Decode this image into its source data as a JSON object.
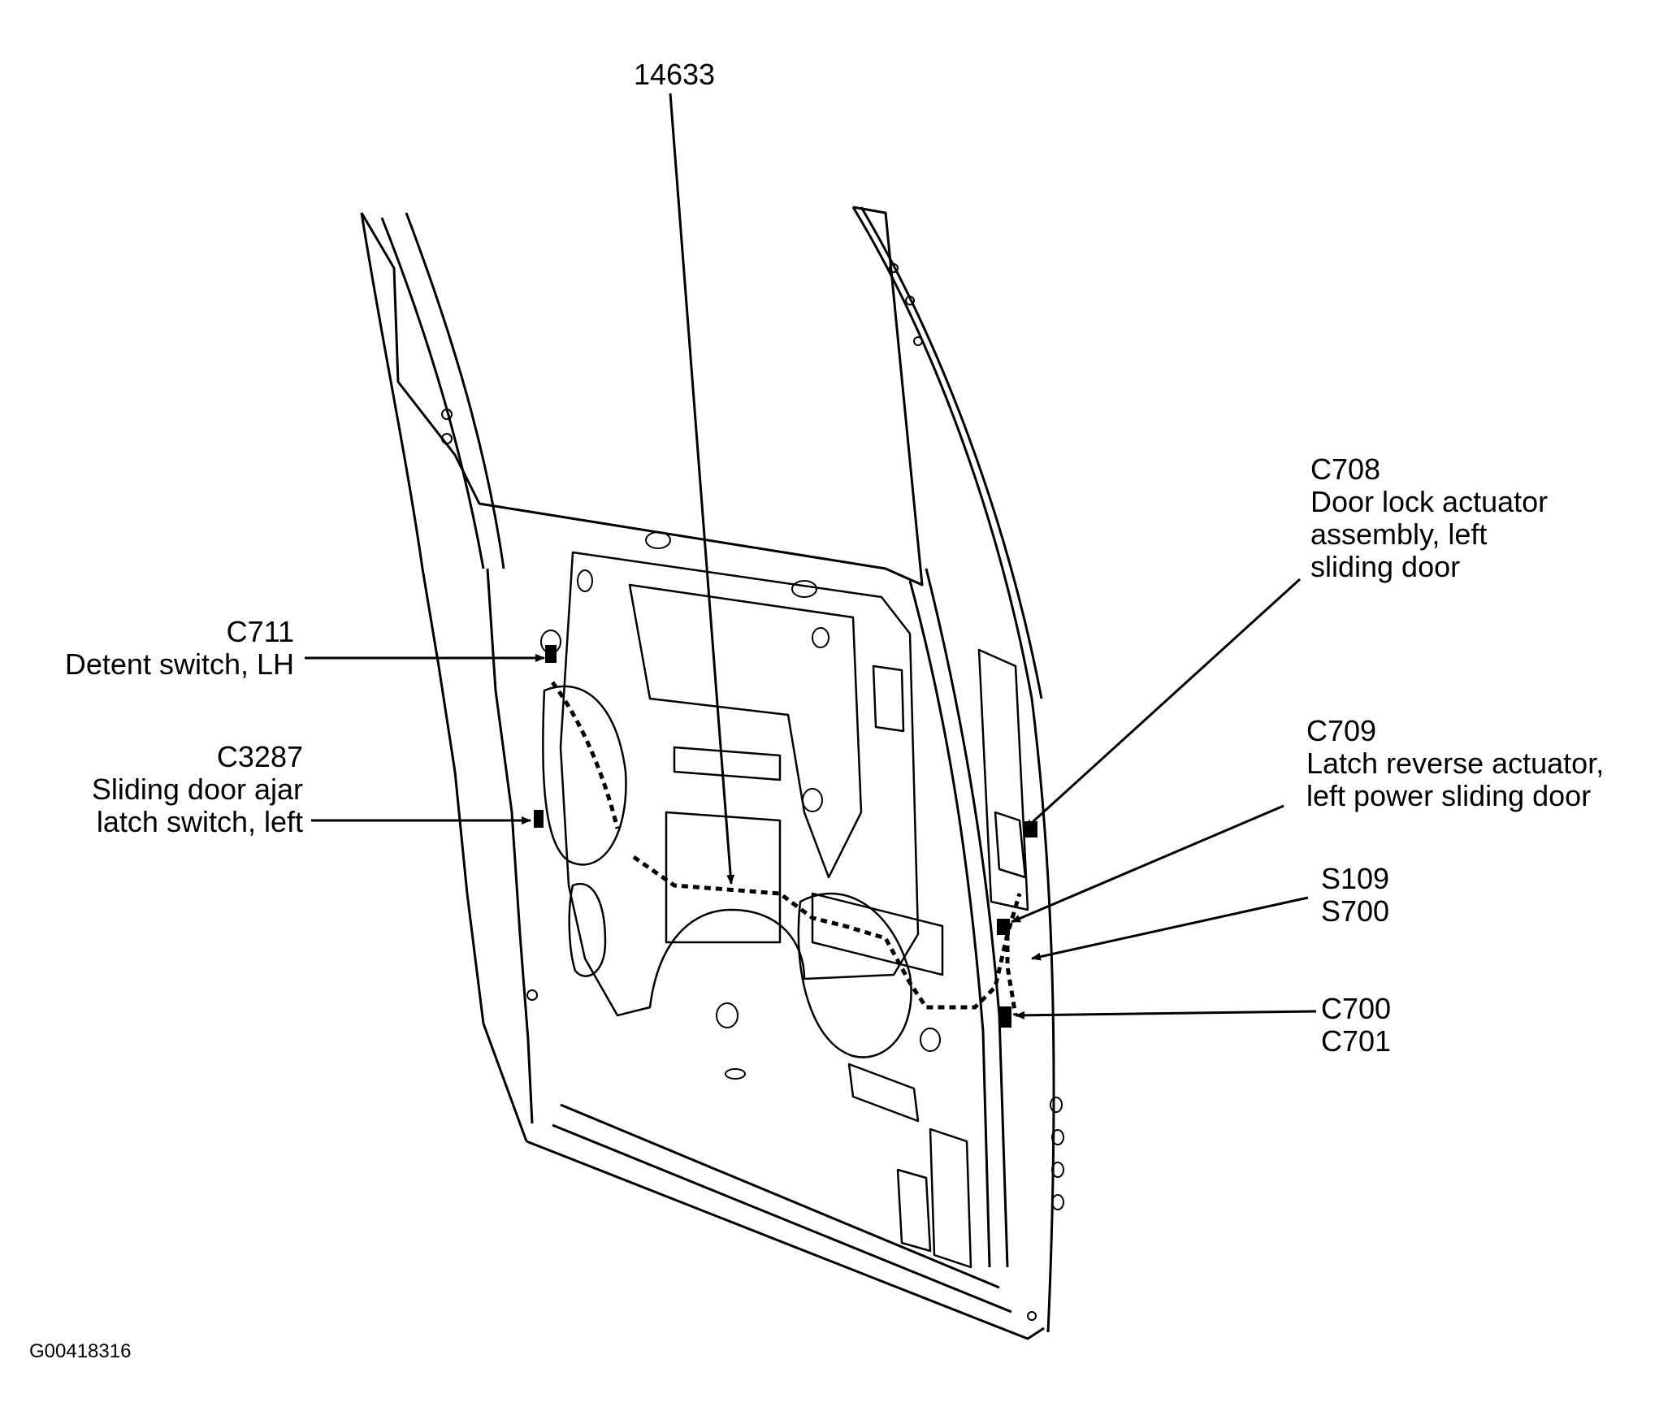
{
  "figure_id": "G00418316",
  "callouts": [
    {
      "id": "14633",
      "lines": [
        "14633"
      ]
    },
    {
      "id": "C708",
      "lines": [
        "C708",
        "Door lock actuator",
        "assembly, left",
        "sliding door"
      ]
    },
    {
      "id": "C711",
      "lines": [
        "C711",
        "Detent switch, LH"
      ]
    },
    {
      "id": "C709",
      "lines": [
        "C709",
        "Latch reverse actuator,",
        "left power sliding door"
      ]
    },
    {
      "id": "C3287",
      "lines": [
        "C3287",
        "Sliding door ajar",
        "latch switch, left"
      ]
    },
    {
      "id": "S109-S700",
      "lines": [
        "S109",
        "S700"
      ]
    },
    {
      "id": "C700-C701",
      "lines": [
        "C700",
        "C701"
      ]
    }
  ]
}
